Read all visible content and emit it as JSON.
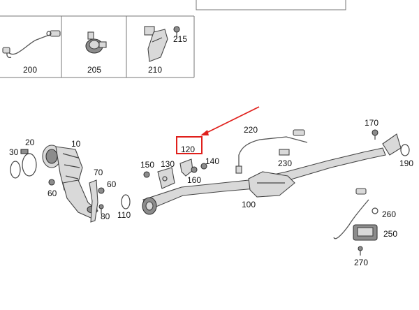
{
  "labels": {
    "p200": "200",
    "p205": "205",
    "p210": "210",
    "p215": "215",
    "p30": "30",
    "p20": "20",
    "p10": "10",
    "p60a": "60",
    "p70": "70",
    "p60b": "60",
    "p80": "80",
    "p110": "110",
    "p150": "150",
    "p130": "130",
    "p120": "120",
    "p140": "140",
    "p160": "160",
    "p220": "220",
    "p230": "230",
    "p100": "100",
    "p170": "170",
    "p190": "190",
    "p260": "260",
    "p250": "250",
    "p270": "270"
  },
  "highlight": {
    "target": "120",
    "color": "#e0201c"
  }
}
